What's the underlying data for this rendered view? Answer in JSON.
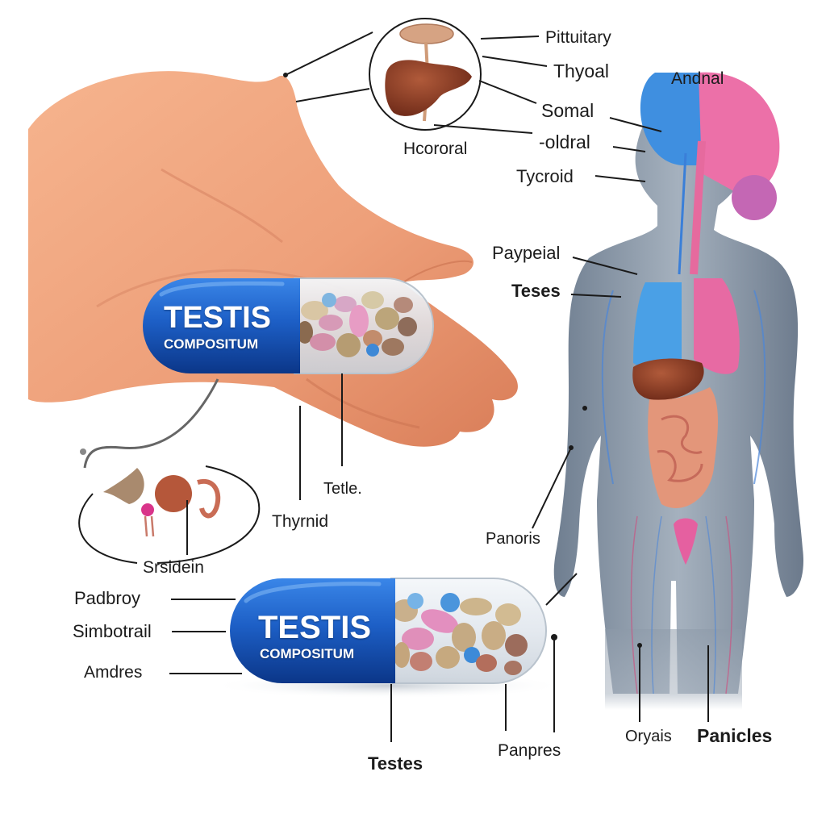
{
  "diagram": {
    "colors": {
      "background": "#ffffff",
      "skin": "#eea47e",
      "skin_shadow": "#d9805c",
      "capsule_blue": "#1e5fc4",
      "capsule_blue_dark": "#0c3b8f",
      "capsule_clear": "#e9eef3",
      "body_gray": "#8a98a8",
      "brain_blue": "#3f8fe0",
      "brain_pink": "#ec6fa6",
      "lung_blue": "#4aa0e6",
      "lung_pink": "#e76aa3",
      "liver": "#8b3a22",
      "intestine": "#e59a7a",
      "line": "#1a1a1a"
    },
    "capsules": [
      {
        "id": "capsule-top",
        "brand": "TESTIS",
        "subtitle": "COMPOSITUM"
      },
      {
        "id": "capsule-bottom",
        "brand": "TESTIS",
        "subtitle": "COMPOSITUM"
      }
    ],
    "labels": {
      "pituitary": "Pittuitary",
      "thyoal": "Thyoal",
      "andnal": "Andnal",
      "somal": "Somal",
      "oldral": "-oldral",
      "hcororal": "Hcororal",
      "tycroid": "Tycroid",
      "paypeial": "Paypeial",
      "teses": "Teses",
      "tetle": "Tetle.",
      "thyrnid": "Thyrnid",
      "panoris": "Panoris",
      "srsidein": "Srsidein",
      "padbroy": "Padbroy",
      "simbotrail": "Simbotrail",
      "amdres": "Amdres",
      "testes": "Testes",
      "panpres": "Panpres",
      "oryais": "Oryais",
      "panicles": "Panicles"
    }
  }
}
